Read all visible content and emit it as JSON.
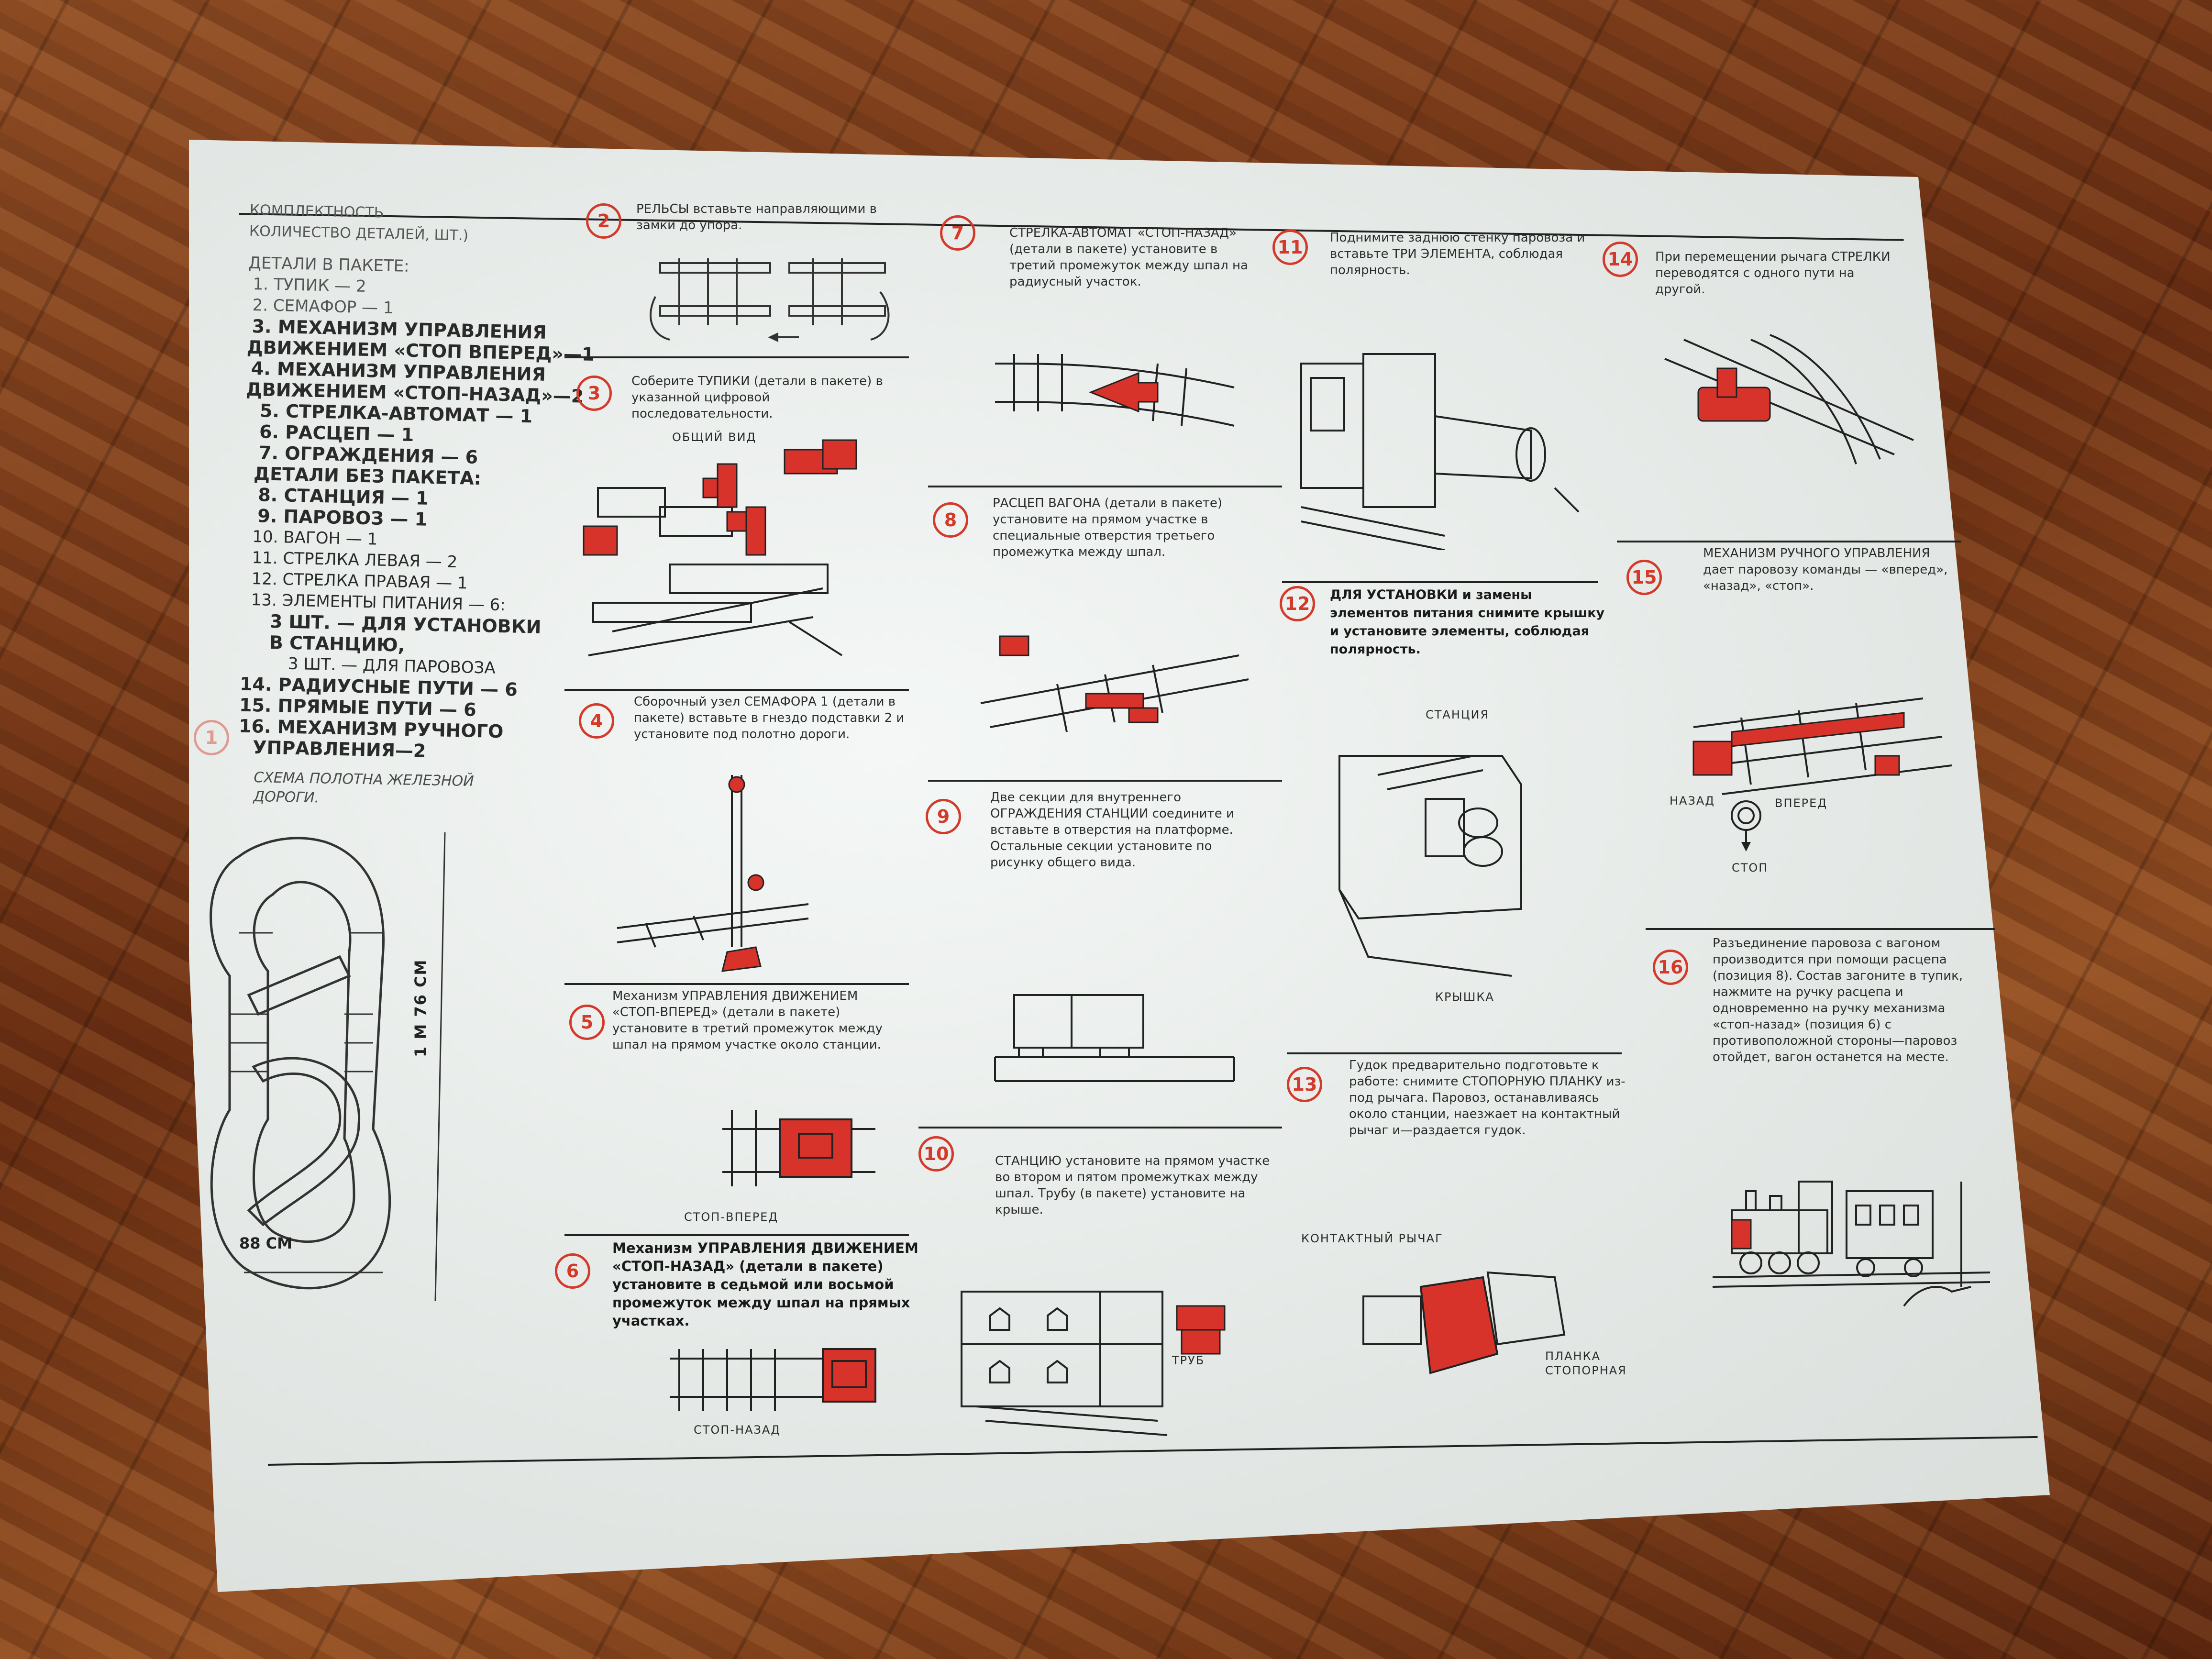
{
  "inventory": {
    "heading_1": "КОМПЛЕКТНОСТЬ",
    "heading_2": "КОЛИЧЕСТВО ДЕТАЛЕЙ, ШТ.)",
    "in_package_heading": "ДЕТАЛИ В ПАКЕТЕ:",
    "lines": [
      "1. ТУПИК — 2",
      "2. СЕМАФОР — 1",
      "3. МЕХАНИЗМ УПРАВЛЕНИЯ",
      "ДВИЖЕНИЕМ «СТОП ВПЕРЕД»—1",
      "4. МЕХАНИЗМ УПРАВЛЕНИЯ",
      "ДВИЖЕНИЕМ «СТОП-НАЗАД»—2",
      "5. СТРЕЛКА-АВТОМАТ — 1",
      "6. РАСЦЕП — 1",
      "7. ОГРАЖДЕНИЯ — 6",
      "ДЕТАЛИ БЕЗ ПАКЕТА:",
      "8. СТАНЦИЯ — 1",
      "9. ПАРОВОЗ — 1",
      "10. ВАГОН — 1",
      "11. СТРЕЛКА ЛЕВАЯ — 2",
      "12. СТРЕЛКА ПРАВАЯ — 1",
      "13. ЭЛЕМЕНТЫ ПИТАНИЯ — 6:",
      "3 ШТ. — ДЛЯ УСТАНОВКИ",
      "В СТАНЦИЮ,",
      "3 ШТ. — ДЛЯ ПАРОВОЗА",
      "14. РАДИУСНЫЕ ПУТИ — 6",
      "15. ПРЯМЫЕ ПУТИ — 6",
      "16. МЕХАНИЗМ РУЧНОГО",
      "УПРАВЛЕНИЯ—2"
    ]
  },
  "scheme": {
    "title_1": "СХЕМА ПОЛОТНА ЖЕЛЕЗНОЙ",
    "title_2": "ДОРОГИ.",
    "dim_vertical": "1 М 76 СМ",
    "dim_horizontal": "88 СМ"
  },
  "steps": [
    {
      "n": "1"
    },
    {
      "n": "2",
      "text": "РЕЛЬСЫ вставьте направляющими в замки до упора."
    },
    {
      "n": "3",
      "text": "Соберите ТУПИКИ (детали в пакете) в указанной цифровой последовательности.",
      "label": "ОБЩИЙ ВИД"
    },
    {
      "n": "4",
      "text": "Сборочный узел СЕМАФОРА 1 (детали в пакете) вставьте в гнездо подставки 2 и установите под полотно дороги."
    },
    {
      "n": "5",
      "text": "Механизм УПРАВЛЕНИЯ ДВИЖЕНИЕМ «СТОП-ВПЕРЕД» (детали в пакете) установите в третий промежуток между шпал на прямом участке около станции.",
      "label": "СТОП-ВПЕРЕД"
    },
    {
      "n": "6",
      "text": "Механизм УПРАВЛЕНИЯ ДВИЖЕНИЕМ «СТОП-НАЗАД» (детали в пакете) установите в седьмой или восьмой промежуток между шпал на прямых участках.",
      "label": "СТОП-НАЗАД"
    },
    {
      "n": "7",
      "text": "СТРЕЛКА-АВТОМАТ «СТОП-НАЗАД» (детали в пакете) установите в третий промежуток между шпал на радиусный участок."
    },
    {
      "n": "8",
      "text": "РАСЦЕП ВАГОНА (детали в пакете) установите на прямом участке в специальные отверстия третьего промежутка между шпал."
    },
    {
      "n": "9",
      "text": "Две секции для внутреннего ОГРАЖДЕНИЯ СТАНЦИИ соедините и вставьте в отверстия на платформе. Остальные секции установите по рисунку общего вида."
    },
    {
      "n": "10",
      "text": "СТАНЦИЮ установите на прямом участке во втором и пятом промежутках между шпал. Трубу (в пакете) установите на крыше.",
      "label": "ТРУБ"
    },
    {
      "n": "11",
      "text": "Поднимите заднюю стенку паровоза и вставьте ТРИ ЭЛЕМЕНТА, соблюдая полярность."
    },
    {
      "n": "12",
      "text": "ДЛЯ УСТАНОВКИ и замены элементов питания снимите крышку и установите элементы, соблюдая полярность.",
      "label": "СТАНЦИЯ",
      "label2": "КРЫШКА"
    },
    {
      "n": "13",
      "text": "Гудок предварительно подготовьте к работе: снимите СТОПОРНУЮ ПЛАНКУ из-под рычага. Паровоз, останавливаясь около станции, наезжает на контактный рычаг и—раздается гудок.",
      "label": "КОНТАКТНЫЙ РЫЧАГ",
      "label2": "ПЛАНКА СТОПОРНАЯ"
    },
    {
      "n": "14",
      "text": "При перемещении рычага СТРЕЛКИ переводятся с одного пути на другой."
    },
    {
      "n": "15",
      "text": "МЕХАНИЗМ РУЧНОГО УПРАВЛЕНИЯ дает паровозу команды — «вперед», «назад», «стоп».",
      "label_back": "НАЗАД",
      "label_fwd": "ВПЕРЕД",
      "label_stop": "СТОП"
    },
    {
      "n": "16",
      "text": "Разъединение паровоза с вагоном производится при помощи расцепа (позиция 8). Состав загоните в тупик, нажмите на ручку расцепа и одновременно на ручку механизма «стоп-назад» (позиция 6) с противоположной стороны—паровоз отойдет, вагон останется на месте."
    }
  ],
  "colors": {
    "accent_red": "#d43a2a",
    "paper": "#eef3f0",
    "ink": "#222222"
  }
}
